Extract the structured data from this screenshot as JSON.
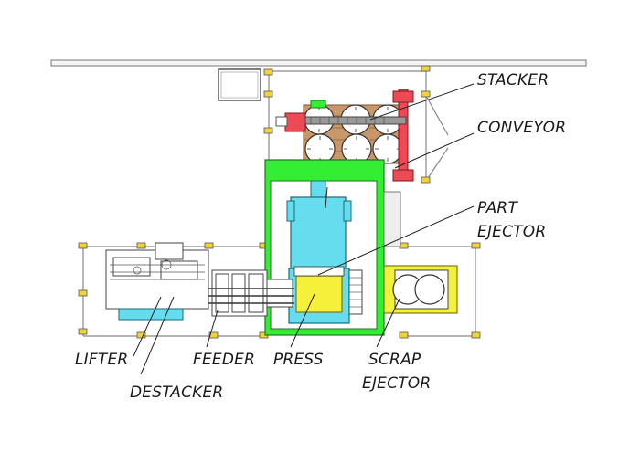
{
  "labels": {
    "stacker": "STACKER",
    "conveyor": "CONVEYOR",
    "part_ejector_1": "PART",
    "part_ejector_2": "EJECTOR",
    "lifter": "LIFTER",
    "destacker": "DESTACKER",
    "feeder": "FEEDER",
    "press": "PRESS",
    "scrap_ejector_1": "SCRAP",
    "scrap_ejector_2": "EJECTOR"
  },
  "colors": {
    "press_frame": "#33ee33",
    "press_ram": "#66ddee",
    "die": "#f5f03a",
    "stacker_arm": "#ee4a55",
    "pallet": "#c9986a",
    "lifter_base": "#66ddee",
    "scrap_bin": "#f5f03a",
    "sensor": "#f0d23c"
  }
}
